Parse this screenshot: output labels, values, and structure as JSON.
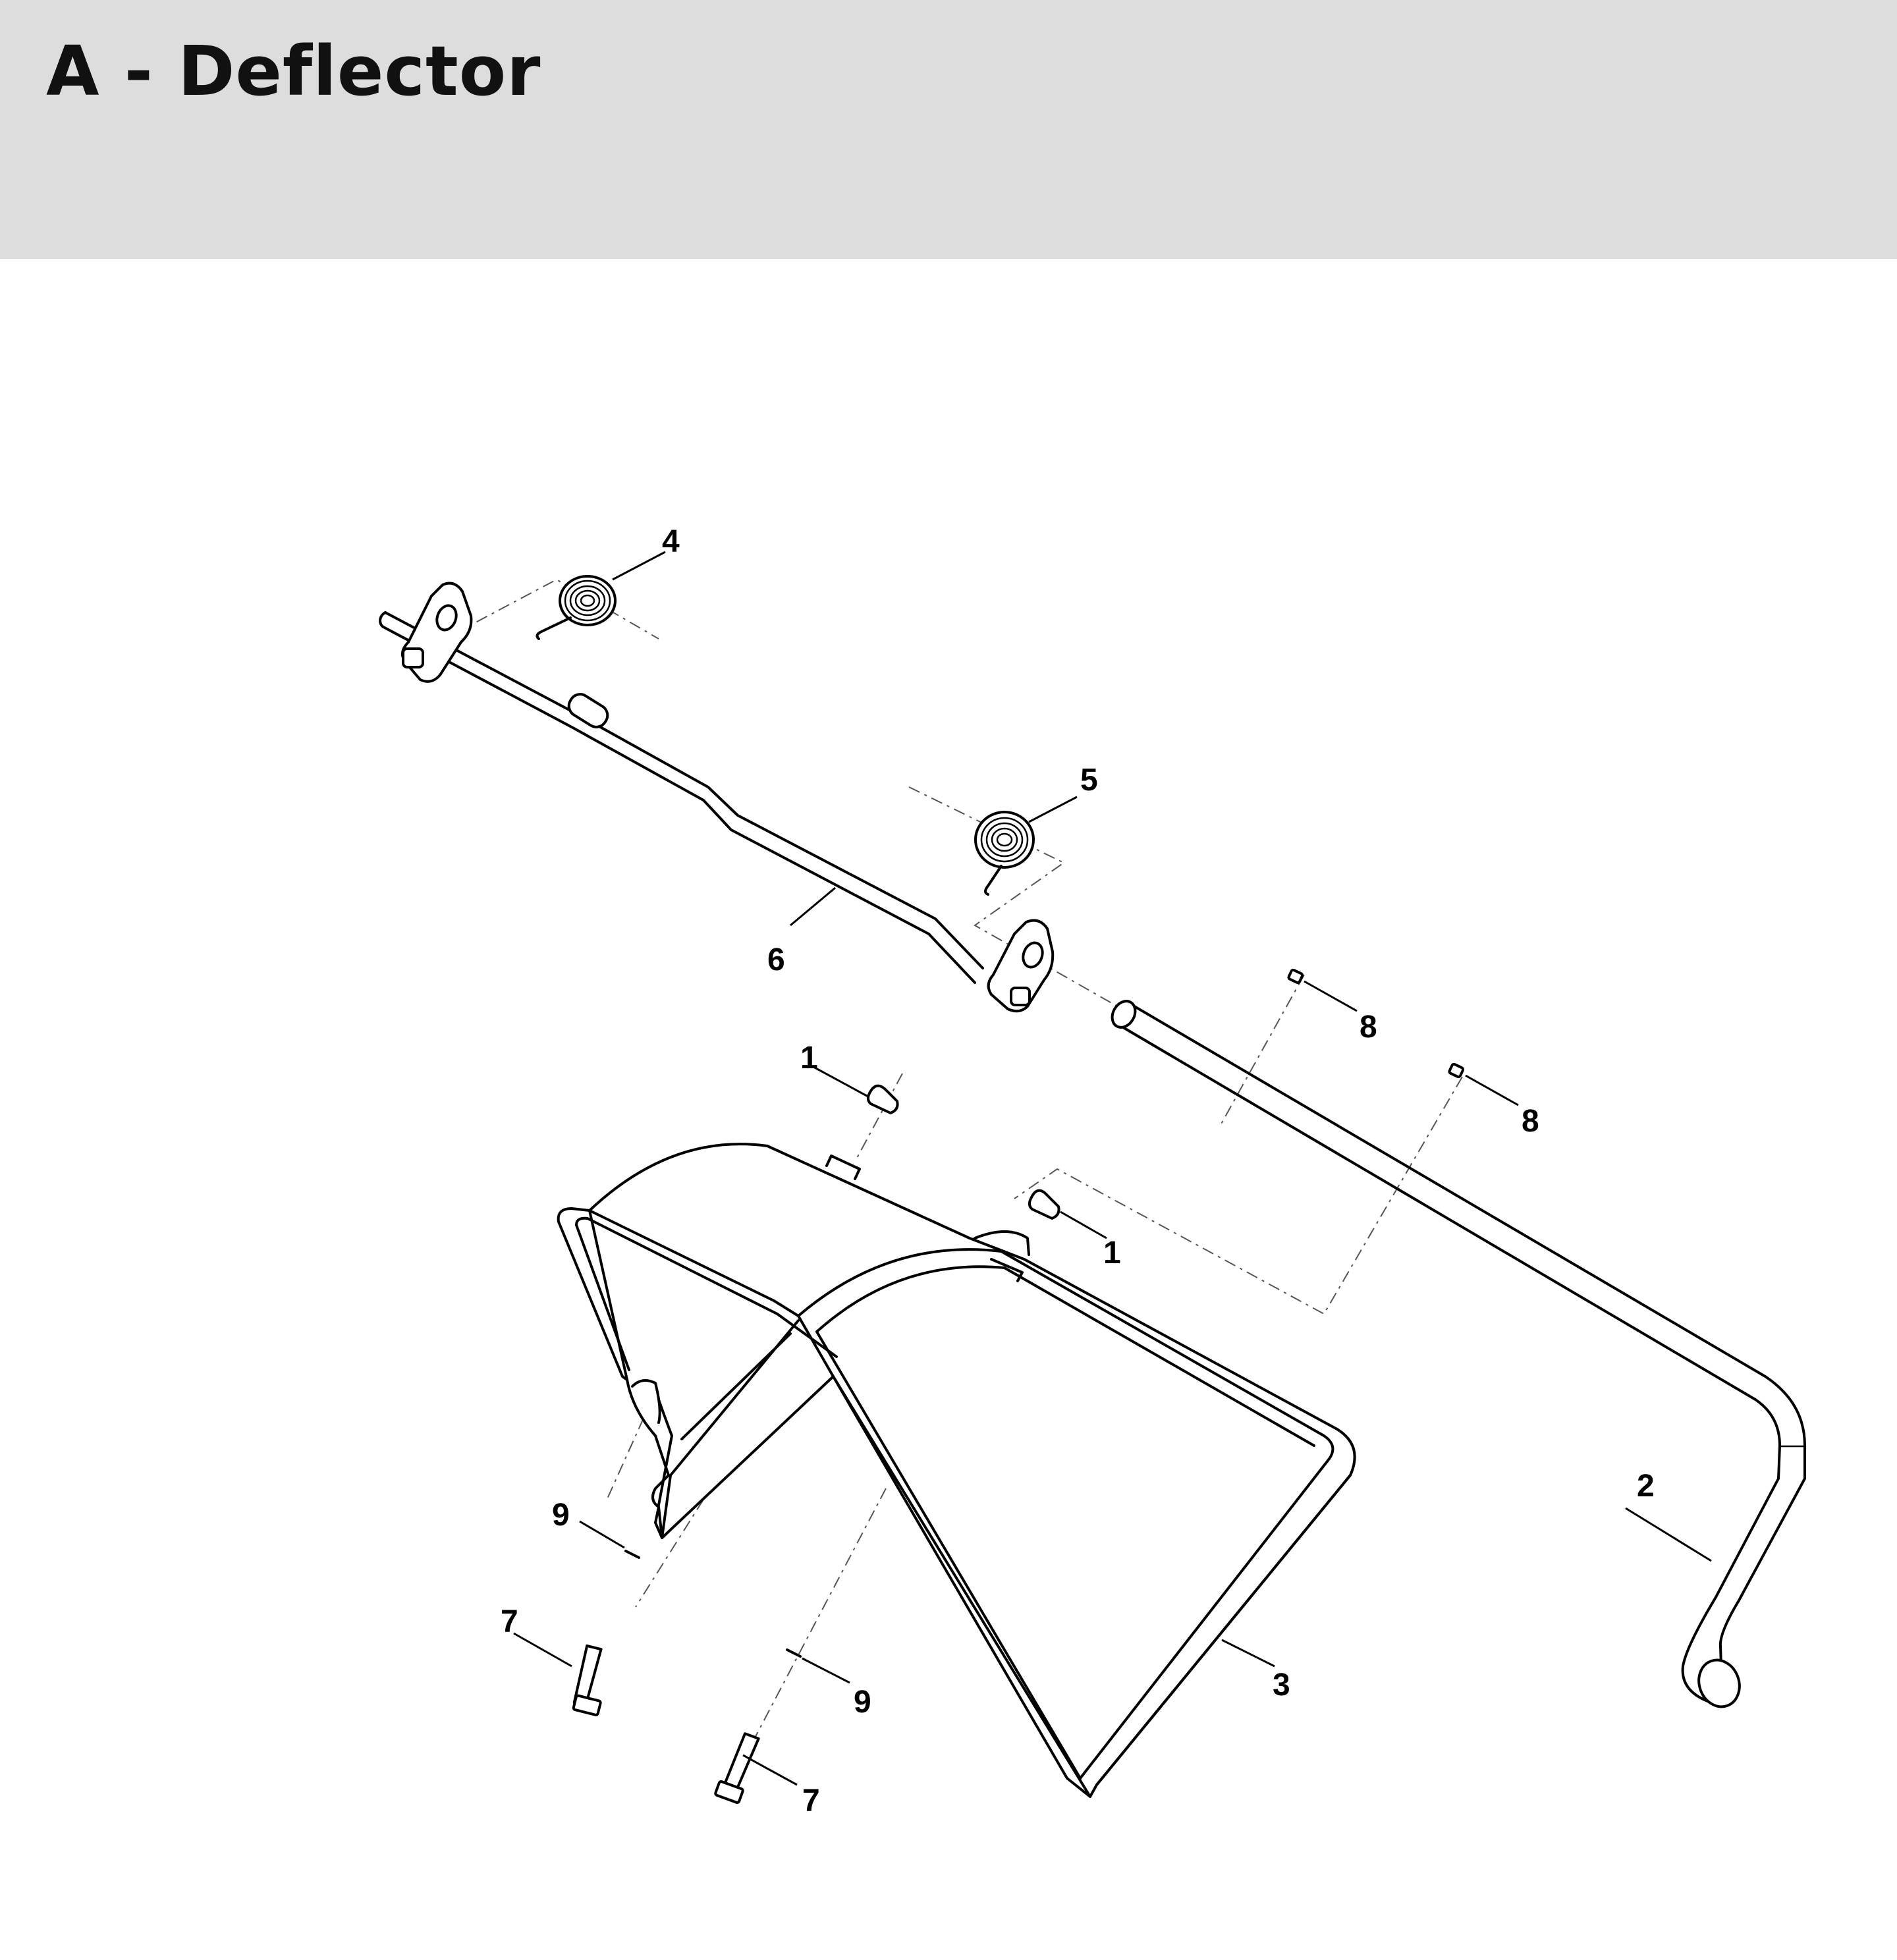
{
  "header": {
    "title": "A - Deflector"
  },
  "colors": {
    "header_background": "#dcdddc",
    "line": "#000000",
    "background": "#ffffff"
  },
  "callouts": [
    {
      "id": "callout-4",
      "label": "4",
      "part": "torsion-spring"
    },
    {
      "id": "callout-5",
      "label": "5",
      "part": "torsion-spring"
    },
    {
      "id": "callout-6",
      "label": "6",
      "part": "rod"
    },
    {
      "id": "callout-8a",
      "label": "8",
      "part": "cap"
    },
    {
      "id": "callout-8b",
      "label": "8",
      "part": "cap"
    },
    {
      "id": "callout-1a",
      "label": "1",
      "part": "clip"
    },
    {
      "id": "callout-1b",
      "label": "1",
      "part": "clip"
    },
    {
      "id": "callout-2",
      "label": "2",
      "part": "axle-shaft"
    },
    {
      "id": "callout-3",
      "label": "3",
      "part": "deflector-flap"
    },
    {
      "id": "callout-9a",
      "label": "9",
      "part": "washer"
    },
    {
      "id": "callout-9b",
      "label": "9",
      "part": "washer"
    },
    {
      "id": "callout-7a",
      "label": "7",
      "part": "bolt"
    },
    {
      "id": "callout-7b",
      "label": "7",
      "part": "bolt"
    }
  ]
}
